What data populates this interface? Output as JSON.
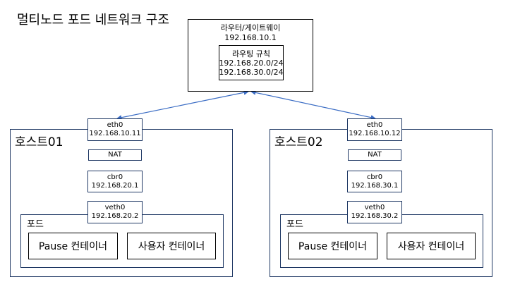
{
  "title": "멀티노드 포드 네트워크 구조",
  "router": {
    "name": "라우터/게이트웨이",
    "ip": "192.168.10.1",
    "rules": {
      "label": "라우팅 규칙",
      "routes": [
        "192.168.20.0/24",
        "192.168.30.0/24"
      ]
    }
  },
  "hosts": [
    {
      "name": "호스트01",
      "eth": {
        "name": "eth0",
        "ip": "192.168.10.11"
      },
      "nat": "NAT",
      "bridge": {
        "name": "cbr0",
        "ip": "192.168.20.1"
      },
      "veth": {
        "name": "veth0",
        "ip": "192.168.20.2"
      },
      "pod": {
        "label": "포드",
        "containers": [
          "Pause 컨테이너",
          "사용자 컨테이너"
        ]
      }
    },
    {
      "name": "호스트02",
      "eth": {
        "name": "eth0",
        "ip": "192.168.10.12"
      },
      "nat": "NAT",
      "bridge": {
        "name": "cbr0",
        "ip": "192.168.30.1"
      },
      "veth": {
        "name": "veth0",
        "ip": "192.168.30.2"
      },
      "pod": {
        "label": "포드",
        "containers": [
          "Pause 컨테이너",
          "사용자 컨테이너"
        ]
      }
    }
  ],
  "colors": {
    "line": "#3a6cc4",
    "host_border": "#1f3864"
  }
}
